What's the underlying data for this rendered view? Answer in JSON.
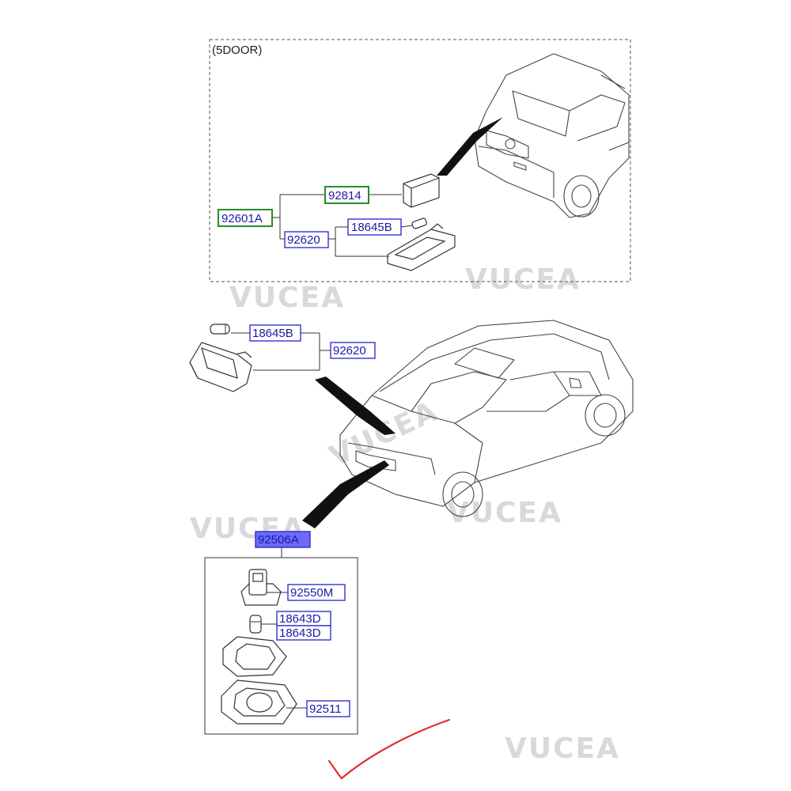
{
  "section_label": "(5DOOR)",
  "parts": {
    "p92601A": "92601A",
    "p92814": "92814",
    "p18645B_top": "18645B",
    "p92620_top": "92620",
    "p18645B_mid": "18645B",
    "p92620_mid": "92620",
    "p92506A": "92506A",
    "p92550M": "92550M",
    "p18643D_a": "18643D",
    "p18643D_b": "18643D",
    "p92511": "92511"
  },
  "watermarks": [
    "VUCEA",
    "VUCEA",
    "VUCEA",
    "VUCEA",
    "VUCEA",
    "VUCEA"
  ],
  "colors": {
    "label_text": "#1a1aa8",
    "label_border": "#2222cc",
    "group_border": "#2b8a2b",
    "highlight": "#6b6bf5",
    "checkmark": "#e03030"
  }
}
